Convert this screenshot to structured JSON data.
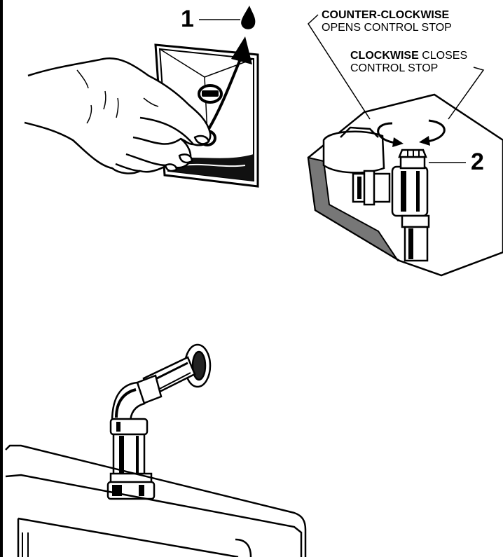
{
  "steps": [
    {
      "number": "1"
    },
    {
      "number": "2"
    }
  ],
  "labels": {
    "counter_clockwise_bold": "COUNTER-CLOCKWISE",
    "counter_clockwise_rest": "OPENS CONTROL STOP",
    "clockwise_bold": "CLOCKWISE",
    "clockwise_rest": " CLOSES",
    "clockwise_line2": "CONTROL STOP"
  }
}
